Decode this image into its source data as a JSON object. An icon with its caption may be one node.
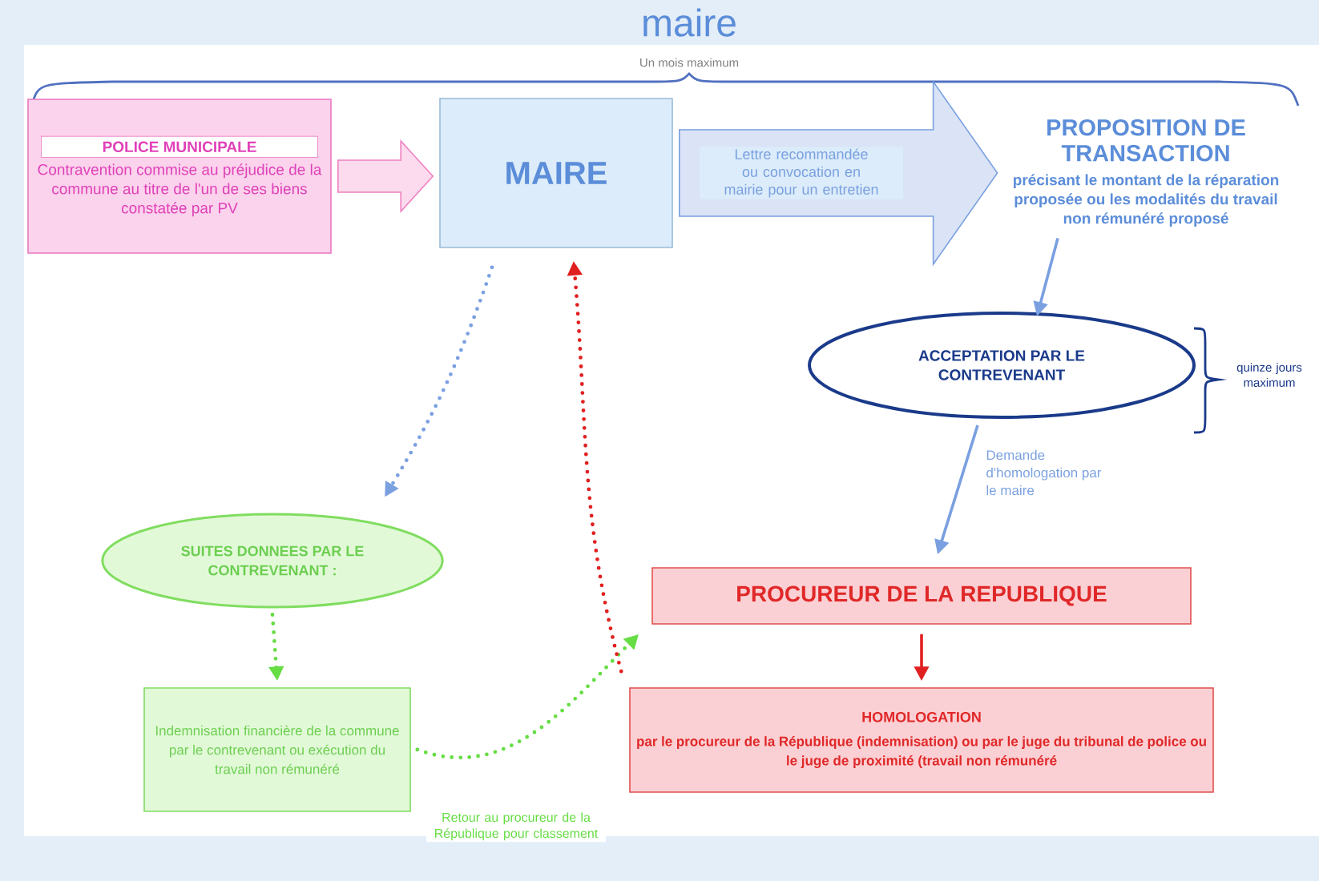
{
  "diagram": {
    "title": "maire",
    "nodes": [
      {
        "text": [
          "POLICE MUNICIPALE",
          "Contravention commise au préjudice de la commune au titre de l'un de ses biens constatée par PV"
        ]
      },
      {
        "text": [
          "MAIRE"
        ]
      },
      {
        "text": [
          "PROPOSITION DE TRANSACTION",
          "précisant le montant de la réparation proposée ou les modalités du travail non rémunéré proposé"
        ]
      },
      {
        "text": [
          "ACCEPTATION PAR LE CONTREVENANT"
        ]
      },
      {
        "text": [
          "SUITES DONNEES PAR LE CONTREVENANT :"
        ]
      },
      {
        "text": [
          "Indemnisation financière de la commune par le contrevenant ou exécution du travail non rémunéré"
        ]
      },
      {
        "text": [
          "PROCUREUR DE LA REPUBLIQUE"
        ]
      },
      {
        "text": [
          "HOMOLOGATION",
          "par le procureur de la République (indemnisation) ou par le juge du tribunal de police ou le juge de proximité (travail non rémunéré"
        ]
      }
    ],
    "edges": [
      {
        "from": 0,
        "to": 1,
        "arrow": "to",
        "style": "thick",
        "color": "#f080c0"
      },
      {
        "from": 1,
        "to": 2,
        "arrow": "to",
        "style": "thick",
        "label": "Lettre recommandée ou convocation en mairie pour un entretien"
      },
      {
        "from": 2,
        "to": 3,
        "arrow": "to"
      },
      {
        "from": 3,
        "to": 6,
        "arrow": "to",
        "label": "Demande d'homologation par le maire"
      },
      {
        "from": 1,
        "to": 4,
        "arrow": "to",
        "style": "dashed"
      },
      {
        "from": 4,
        "to": 5,
        "arrow": "to",
        "style": "dashed",
        "color": "#66dd44"
      },
      {
        "from": 5,
        "to": 6,
        "arrow": "to",
        "style": "dashed",
        "color": "#66dd44",
        "label": "Retour au procureur de la République pour classement"
      },
      {
        "from": 6,
        "to": 7,
        "arrow": "to",
        "color": "#e02020"
      },
      {
        "from": 7,
        "to": 1,
        "arrow": "to",
        "style": "dashed",
        "color": "#e02020"
      }
    ],
    "labels": [
      "Un mois maximum",
      "quinze jours maximum"
    ]
  }
}
